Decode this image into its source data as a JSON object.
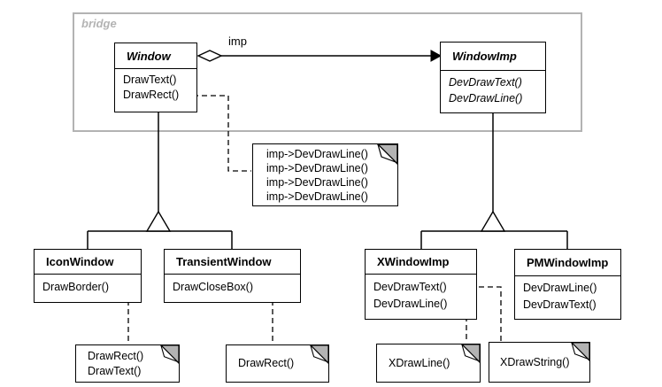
{
  "diagram": {
    "frame_label": "bridge",
    "aggregation_label": "imp"
  },
  "classes": {
    "window": {
      "name": "Window",
      "methods": [
        "DrawText()",
        "DrawRect()"
      ]
    },
    "windowimp": {
      "name": "WindowImp",
      "methods": [
        "DevDrawText()",
        "DevDrawLine()"
      ]
    },
    "iconwindow": {
      "name": "IconWindow",
      "methods": [
        "DrawBorder()"
      ]
    },
    "transientwindow": {
      "name": "TransientWindow",
      "methods": [
        "DrawCloseBox()"
      ]
    },
    "xwindowimp": {
      "name": "XWindowImp",
      "methods": [
        "DevDrawText()",
        "DevDrawLine()"
      ]
    },
    "pmwindowimp": {
      "name": "PMWindowImp",
      "methods": [
        "DevDrawLine()",
        "DevDrawText()"
      ]
    }
  },
  "notes": {
    "imp_note": {
      "lines": [
        "imp->DevDrawLine()",
        "imp->DevDrawLine()",
        "imp->DevDrawLine()",
        "imp->DevDrawLine()"
      ]
    },
    "icon_note": {
      "lines": [
        "DrawRect()",
        "DrawText()"
      ]
    },
    "trans_note": {
      "lines": [
        "DrawRect()"
      ]
    },
    "xline_note": {
      "lines": [
        "XDrawLine()"
      ]
    },
    "xstring_note": {
      "lines": [
        "XDrawString()"
      ]
    }
  },
  "colors": {
    "line": "#000000",
    "frame_border": "#b3b3b3",
    "note_fold": "#b3b3b3",
    "background": "#ffffff"
  }
}
